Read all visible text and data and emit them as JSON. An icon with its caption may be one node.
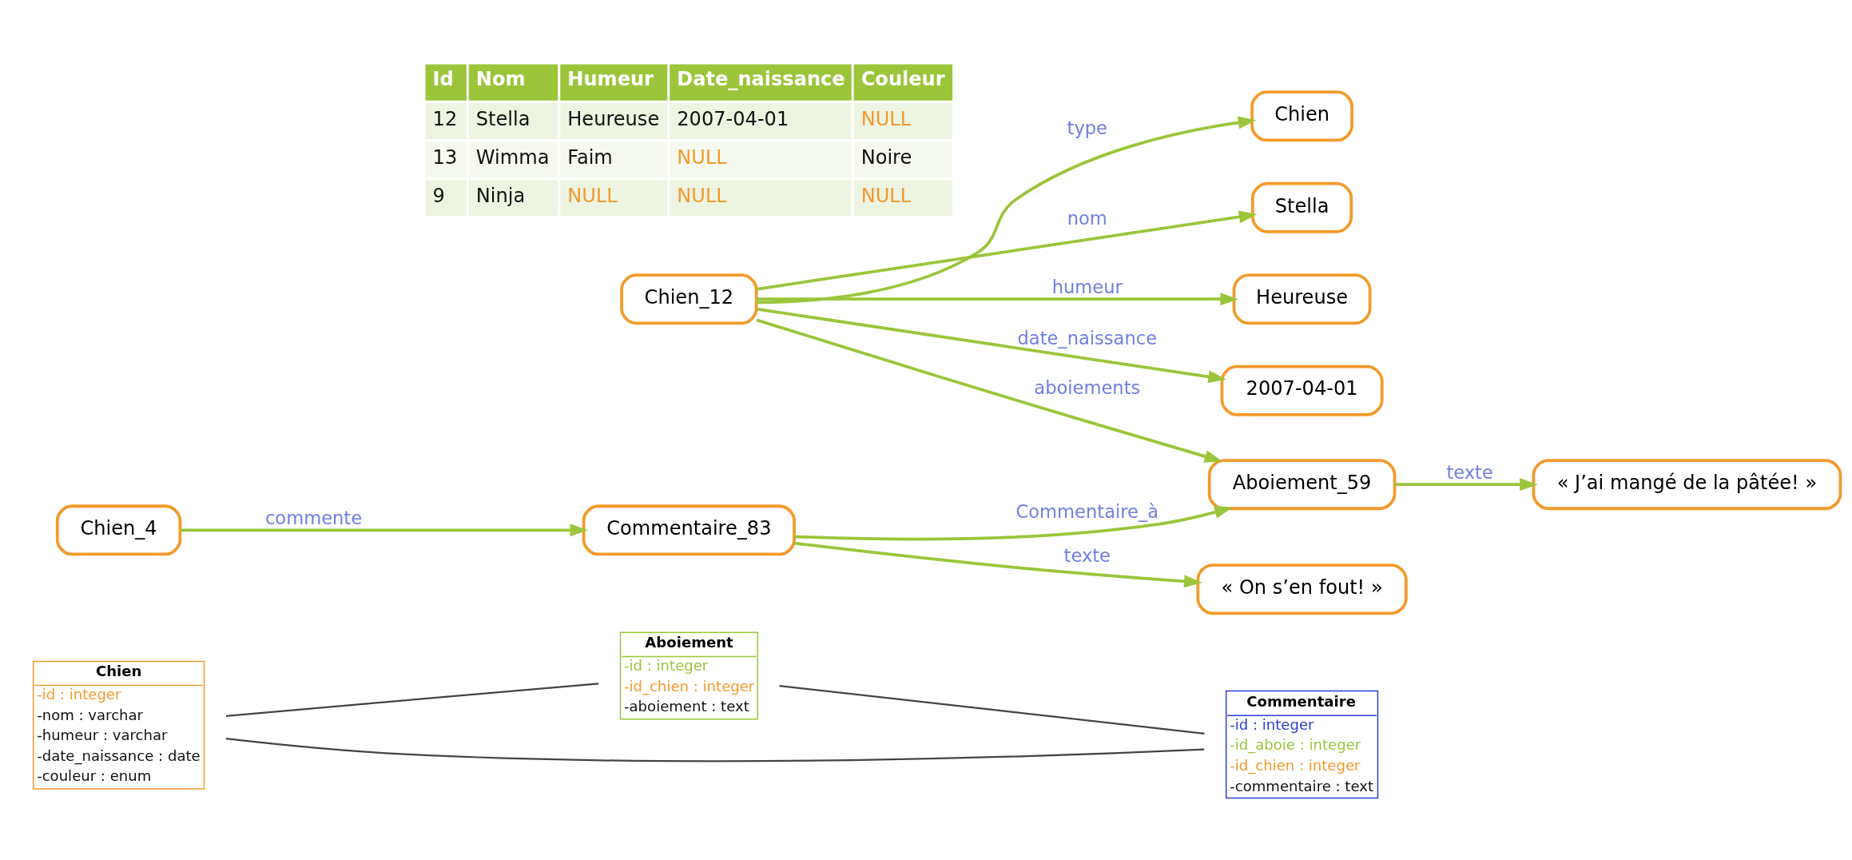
{
  "diagram": {
    "nodes": [
      {
        "text": [
          "Chien",
          "-id : integer",
          "-nom : varchar",
          "-humeur : varchar",
          "-date_naissance : date",
          "-couleur : enum"
        ]
      },
      {
        "text": [
          "Aboiement",
          "-id : integer",
          "-id_chien : integer",
          "-aboiement : text"
        ]
      },
      {
        "text": [
          "Commentaire",
          "-id : integer",
          "-id_aboie : integer",
          "-id_chien : integer",
          "-commentaire : text"
        ]
      },
      {
        "text": [
          "Chien"
        ]
      },
      {
        "text": [
          "Stella"
        ]
      },
      {
        "text": [
          "Heureuse"
        ]
      },
      {
        "text": [
          "Chien_12"
        ]
      },
      {
        "text": [
          "2007-04-01"
        ]
      },
      {
        "text": [
          "Aboiement_59"
        ]
      },
      {
        "text": [
          "« J’ai mangé de la pâtée! »"
        ]
      },
      {
        "text": [
          "Chien_4"
        ]
      },
      {
        "text": [
          "Commentaire_83"
        ]
      },
      {
        "text": [
          "« On s’en fout! »"
        ]
      }
    ],
    "edges": [
      {
        "from": 0,
        "to": 1,
        "arrow": "none",
        "color": "#444444"
      },
      {
        "from": 0,
        "to": 2,
        "arrow": "none",
        "color": "#444444"
      },
      {
        "from": 1,
        "to": 2,
        "arrow": "none",
        "color": "#444444"
      },
      {
        "from": 6,
        "to": 3,
        "arrow": "to",
        "label": "type"
      },
      {
        "from": 6,
        "to": 4,
        "arrow": "to",
        "label": "nom"
      },
      {
        "from": 6,
        "to": 5,
        "arrow": "to",
        "label": "humeur"
      },
      {
        "from": 6,
        "to": 7,
        "arrow": "to",
        "label": "date_naissance"
      },
      {
        "from": 6,
        "to": 8,
        "arrow": "to",
        "label": "aboiements"
      },
      {
        "from": 8,
        "to": 9,
        "arrow": "to",
        "label": "texte"
      },
      {
        "from": 10,
        "to": 11,
        "arrow": "to",
        "label": "commente"
      },
      {
        "from": 11,
        "to": 8,
        "arrow": "to",
        "label": "Commentaire_à"
      },
      {
        "from": 11,
        "to": 12,
        "arrow": "to",
        "label": "texte"
      }
    ],
    "labels": [
      "Id",
      "Nom",
      "Humeur",
      "Date_naissance",
      "Couleur",
      "12",
      "Stella",
      "Heureuse",
      "2007-04-01",
      "NULL",
      "13",
      "Wimma",
      "Faim",
      "NULL",
      "Noire",
      "9",
      "Ninja",
      "NULL",
      "NULL",
      "NULL"
    ]
  }
}
